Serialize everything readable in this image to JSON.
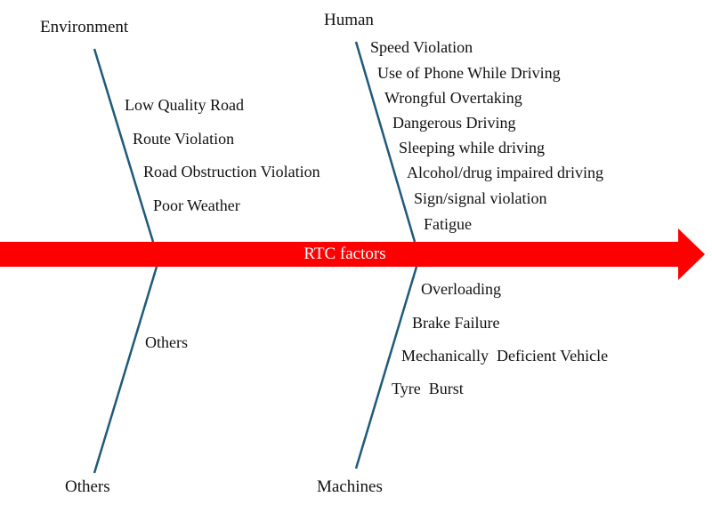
{
  "spine": {
    "label": "RTC factors",
    "color": "#ff0000"
  },
  "bone_color": "#1f5a7a",
  "categories": {
    "environment": {
      "label": "Environment",
      "causes": [
        "Low Quality Road",
        "Route Violation",
        "Road Obstruction Violation",
        "Poor Weather"
      ]
    },
    "human": {
      "label": "Human",
      "causes": [
        "Speed Violation",
        "Use of Phone While Driving",
        "Wrongful Overtaking",
        "Dangerous Driving",
        "Sleeping while driving",
        "Alcohol/drug impaired driving",
        "Sign/signal violation",
        "Fatigue"
      ]
    },
    "others": {
      "label": "Others",
      "causes": [
        "Others"
      ]
    },
    "machines": {
      "label": "Machines",
      "causes": [
        "Overloading",
        "Brake Failure",
        "Mechanically  Deficient Vehicle",
        "Tyre  Burst"
      ]
    }
  }
}
